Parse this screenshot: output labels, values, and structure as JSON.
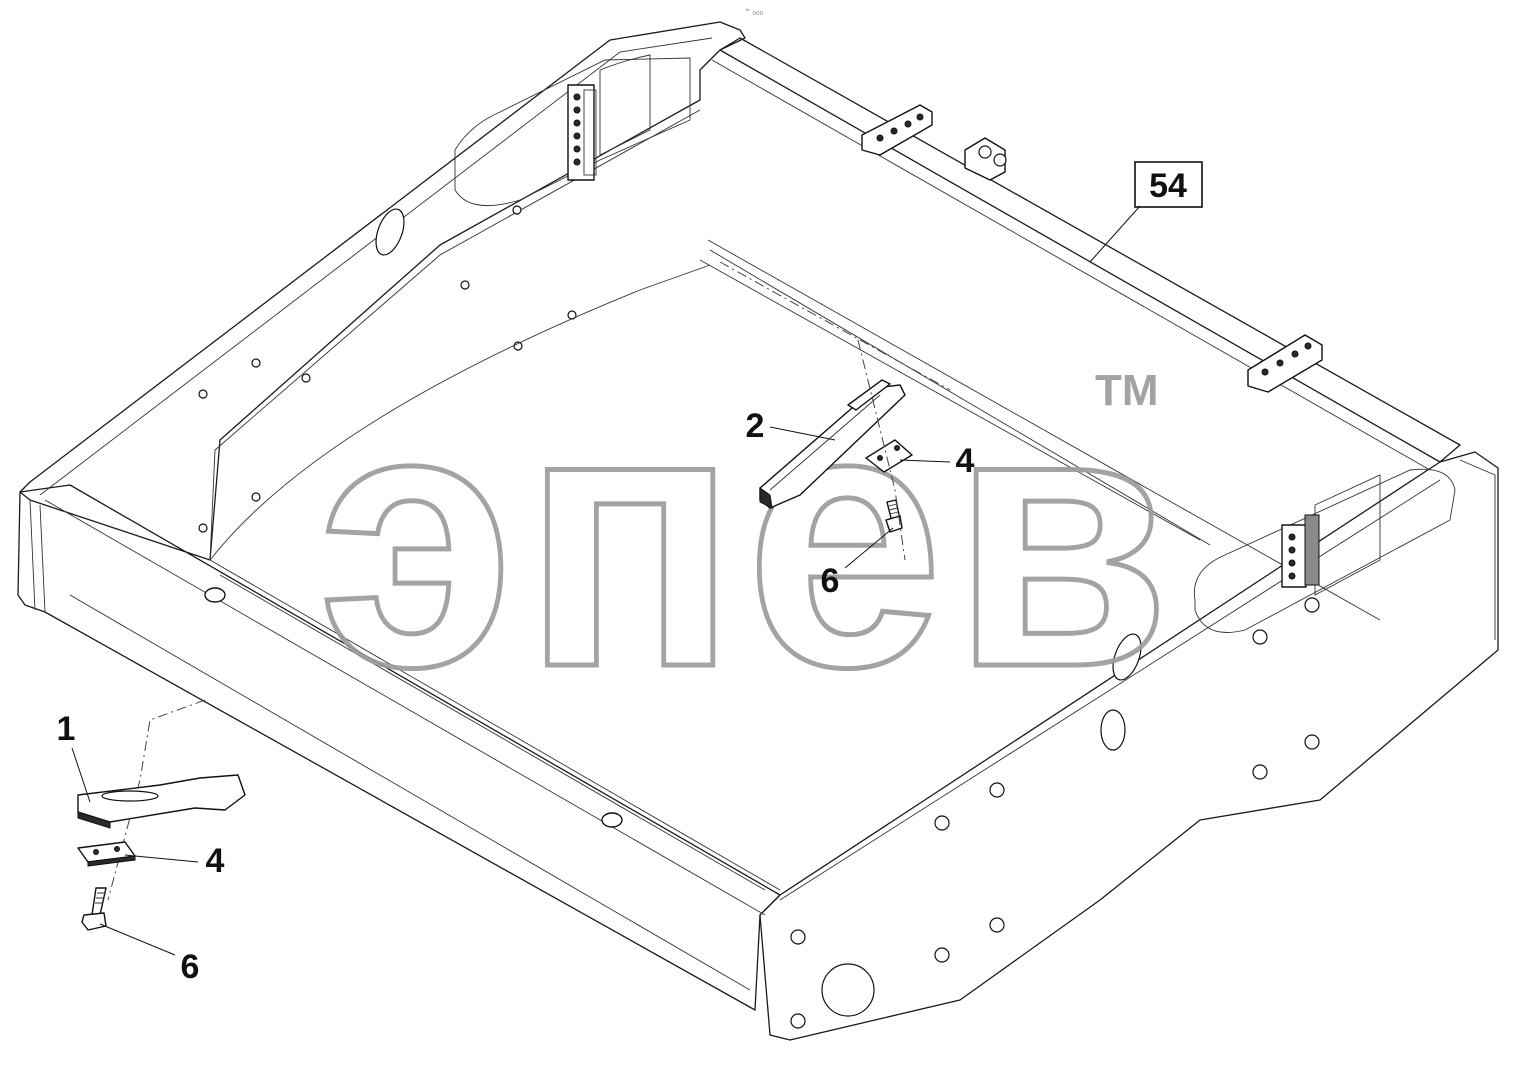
{
  "drawing": {
    "corner_mark": "° ₀₀₀"
  },
  "watermark": {
    "text": "эпев",
    "trademark": "TM"
  },
  "callouts": [
    {
      "id": "c54",
      "text": "54",
      "boxed": true
    },
    {
      "id": "c2",
      "text": "2"
    },
    {
      "id": "c4a",
      "text": "4"
    },
    {
      "id": "c6a",
      "text": "6"
    },
    {
      "id": "c1",
      "text": "1"
    },
    {
      "id": "c4b",
      "text": "4"
    },
    {
      "id": "c6b",
      "text": "6"
    }
  ]
}
